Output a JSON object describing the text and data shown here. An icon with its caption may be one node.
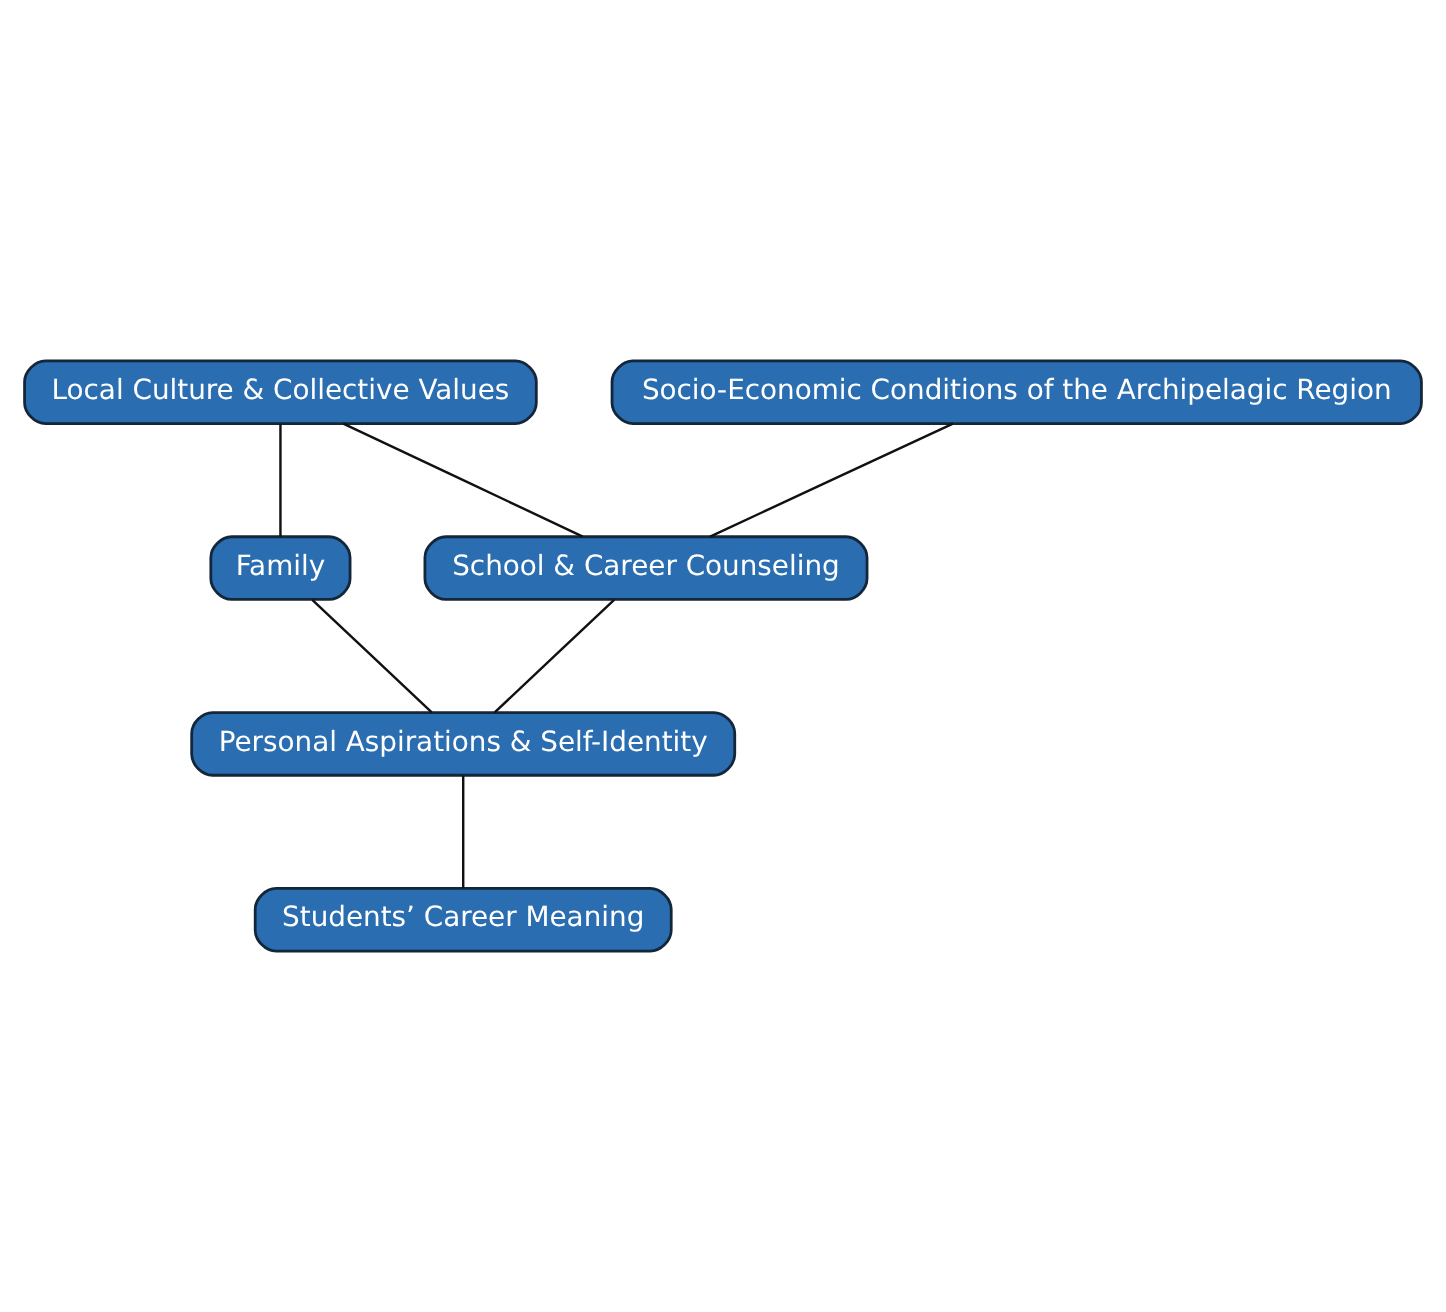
{
  "diagram": {
    "nodes": [
      {
        "text": [
          "Local Culture & Collective Values"
        ]
      },
      {
        "text": [
          "Socio-Economic Conditions of the Archipelagic Region"
        ]
      },
      {
        "text": [
          "Family"
        ]
      },
      {
        "text": [
          "School & Career Counseling"
        ]
      },
      {
        "text": [
          "Personal Aspirations & Self-Identity"
        ]
      },
      {
        "text": [
          "Students’ Career Meaning"
        ]
      }
    ],
    "edges": [
      {
        "from": 0,
        "to": 2,
        "arrow": "none"
      },
      {
        "from": 0,
        "to": 3,
        "arrow": "none"
      },
      {
        "from": 1,
        "to": 3,
        "arrow": "none"
      },
      {
        "from": 2,
        "to": 4,
        "arrow": "none"
      },
      {
        "from": 3,
        "to": 4,
        "arrow": "none"
      },
      {
        "from": 4,
        "to": 5,
        "arrow": "none"
      }
    ]
  }
}
